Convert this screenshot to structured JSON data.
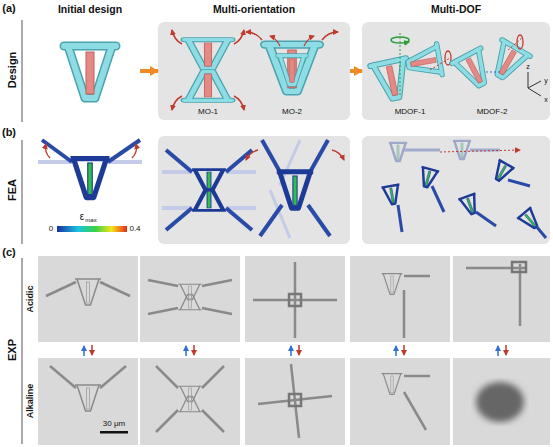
{
  "diagram": {
    "nodes": [
      {
        "text": [
          "Initial design"
        ]
      },
      {
        "text": [
          "Multi-orientation"
        ]
      },
      {
        "text": [
          "Multi-DOF"
        ]
      }
    ],
    "edges": [
      {
        "from": 0,
        "to": 1,
        "arrow": "to"
      },
      {
        "from": 1,
        "to": 2,
        "arrow": "to"
      }
    ],
    "labels": [
      "(a)",
      "Design",
      "MO-1",
      "MO-2",
      "MDOF-1",
      "MDOF-2",
      "z",
      "y",
      "x",
      "(b)",
      "FEA",
      "ε",
      "max",
      "0",
      "0.4",
      "(c)",
      "EXP",
      "Acidic",
      "Alkaline",
      "30 μm"
    ]
  }
}
